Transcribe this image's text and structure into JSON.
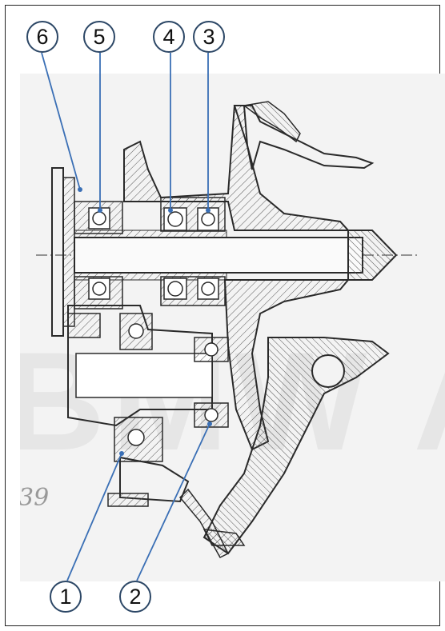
{
  "callouts": [
    {
      "id": "c6",
      "label": "6"
    },
    {
      "id": "c5",
      "label": "5"
    },
    {
      "id": "c4",
      "label": "4"
    },
    {
      "id": "c3",
      "label": "3"
    },
    {
      "id": "c1",
      "label": "1"
    },
    {
      "id": "c2",
      "label": "2"
    }
  ],
  "drawing": {
    "watermark_text": "BMW A",
    "handwritten_note": "39"
  },
  "colors": {
    "leader_line": "#3a6fb5",
    "callout_border": "#2c4766",
    "drawing_ink": "#2a2a2a",
    "paper": "#f3f3f3"
  }
}
